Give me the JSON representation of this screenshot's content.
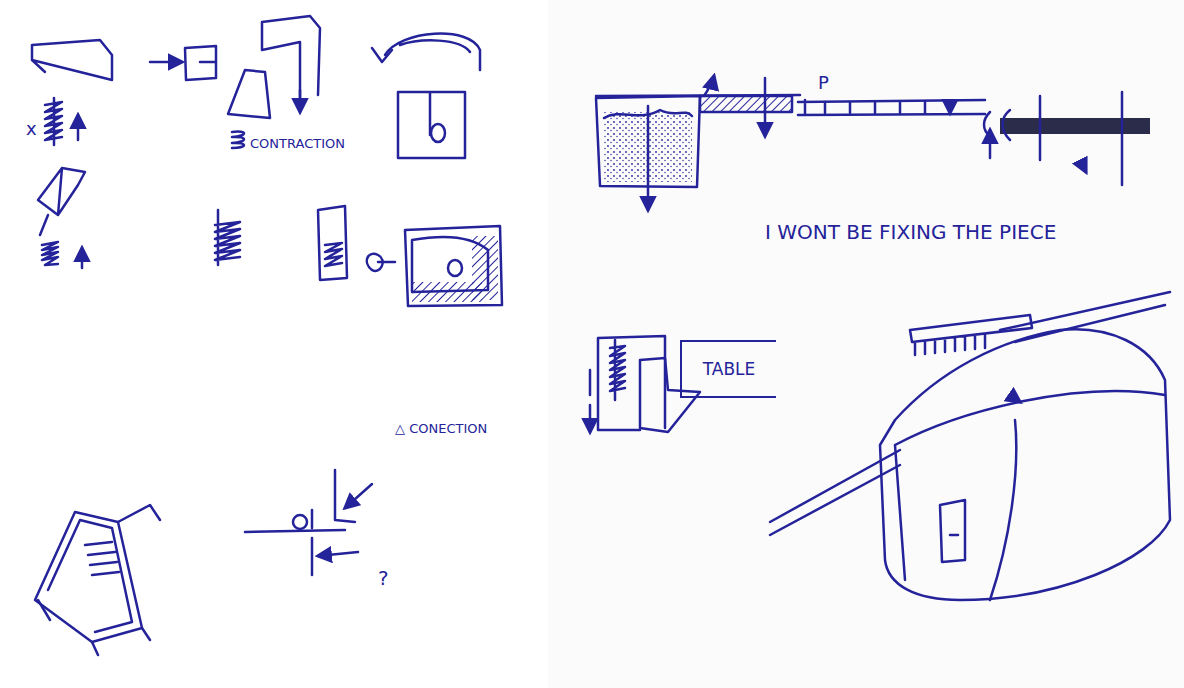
{
  "diagram": {
    "nodes": [
      {
        "text": [
          "TABLE"
        ]
      }
    ],
    "labels": [
      "x",
      "CONTRACTION",
      "△ CONECTION",
      "?",
      "P",
      "I WONT BE FIXING THE PIECE"
    ]
  }
}
